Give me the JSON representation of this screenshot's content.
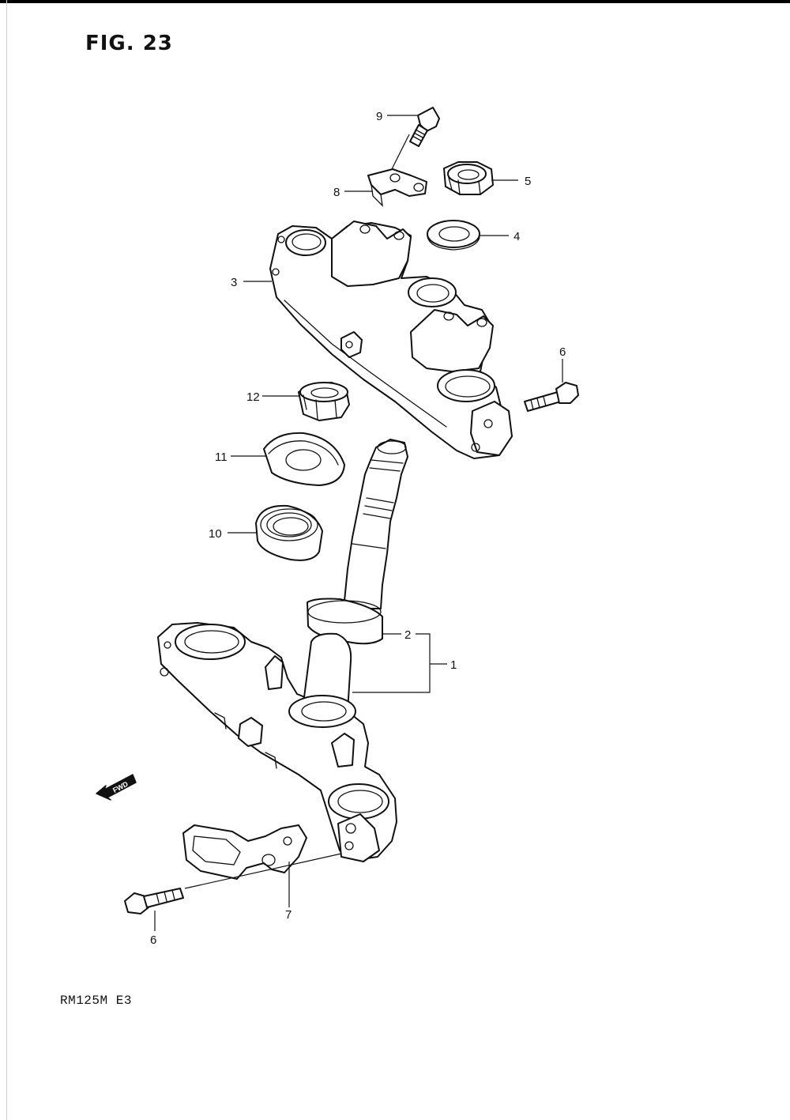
{
  "figure": {
    "title": "FIG. 23",
    "model_code": "RM125M  E3",
    "fwd_label": "FWD"
  },
  "callouts": {
    "c1": "1",
    "c2": "2",
    "c3": "3",
    "c4": "4",
    "c5": "5",
    "c6_upper": "6",
    "c6_lower": "6",
    "c7": "7",
    "c8": "8",
    "c9": "9",
    "c10": "10",
    "c11": "11",
    "c12": "12"
  },
  "icons": {
    "fwd_arrow": "fwd-arrow-icon"
  }
}
